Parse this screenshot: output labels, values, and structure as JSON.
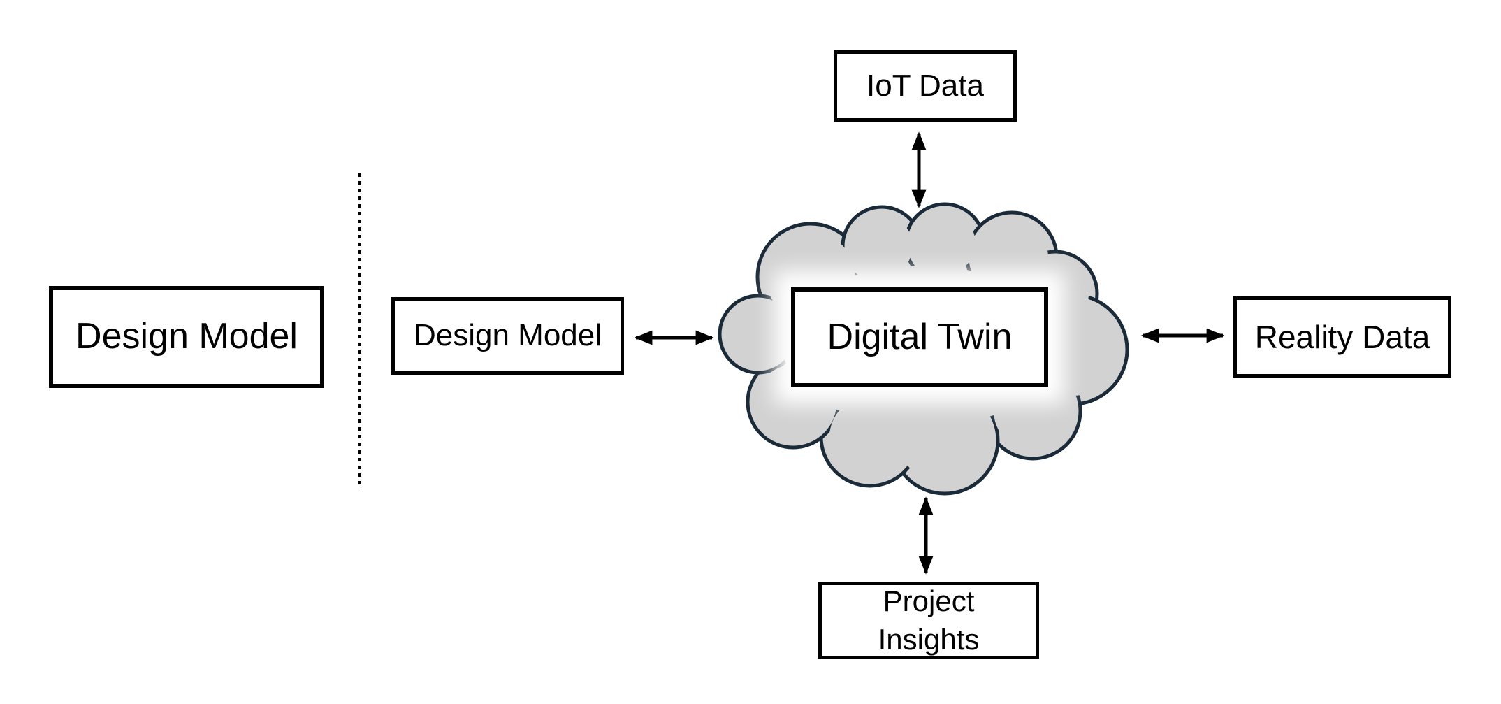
{
  "diagram": {
    "labels": {
      "left_design_model": "Design Model",
      "twin_design_model": "Design Model",
      "iot_data": "IoT Data",
      "digital_twin": "Digital Twin",
      "reality_data": "Reality Data",
      "project_insights": "Project Insights"
    },
    "colors": {
      "background": "#ffffff",
      "box_border": "#000000",
      "text": "#000000",
      "cloud_fill": "#d2d2d2",
      "cloud_stroke": "#1a2a38",
      "arrow": "#000000",
      "divider": "#000000",
      "glow": "#ffffff"
    }
  }
}
